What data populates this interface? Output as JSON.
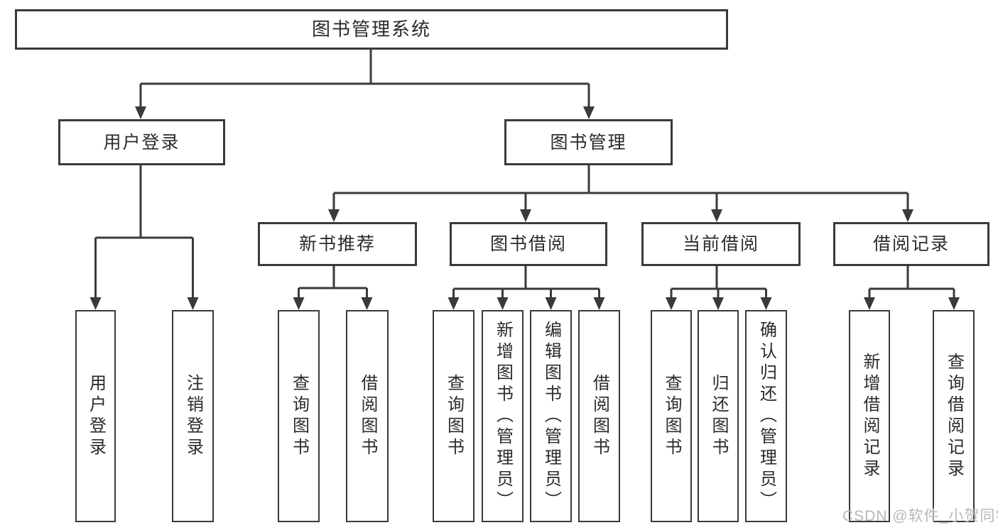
{
  "diagram": {
    "type": "tree",
    "root": {
      "label": "图书管理系统",
      "children": [
        {
          "label": "用户登录",
          "children": [
            {
              "label": "用户登录"
            },
            {
              "label": "注销登录"
            }
          ]
        },
        {
          "label": "图书管理",
          "children": [
            {
              "label": "新书推荐",
              "children": [
                {
                  "label": "查询图书"
                },
                {
                  "label": "借阅图书"
                }
              ]
            },
            {
              "label": "图书借阅",
              "children": [
                {
                  "label": "查询图书"
                },
                {
                  "label": "新增图书（管理员）"
                },
                {
                  "label": "编辑图书（管理员）"
                },
                {
                  "label": "借阅图书"
                }
              ]
            },
            {
              "label": "当前借阅",
              "children": [
                {
                  "label": "查询图书"
                },
                {
                  "label": "归还图书"
                },
                {
                  "label": "确认归还（管理员）"
                }
              ]
            },
            {
              "label": "借阅记录",
              "children": [
                {
                  "label": "新增借阅记录"
                },
                {
                  "label": "查询借阅记录"
                }
              ]
            }
          ]
        }
      ]
    }
  },
  "watermark": {
    "text": "CSDN @软件_小贺同学"
  },
  "colors": {
    "line": "#3a3a3a",
    "text": "#2b2b2b",
    "background": "#ffffff",
    "watermark": "#b8b8b8"
  }
}
